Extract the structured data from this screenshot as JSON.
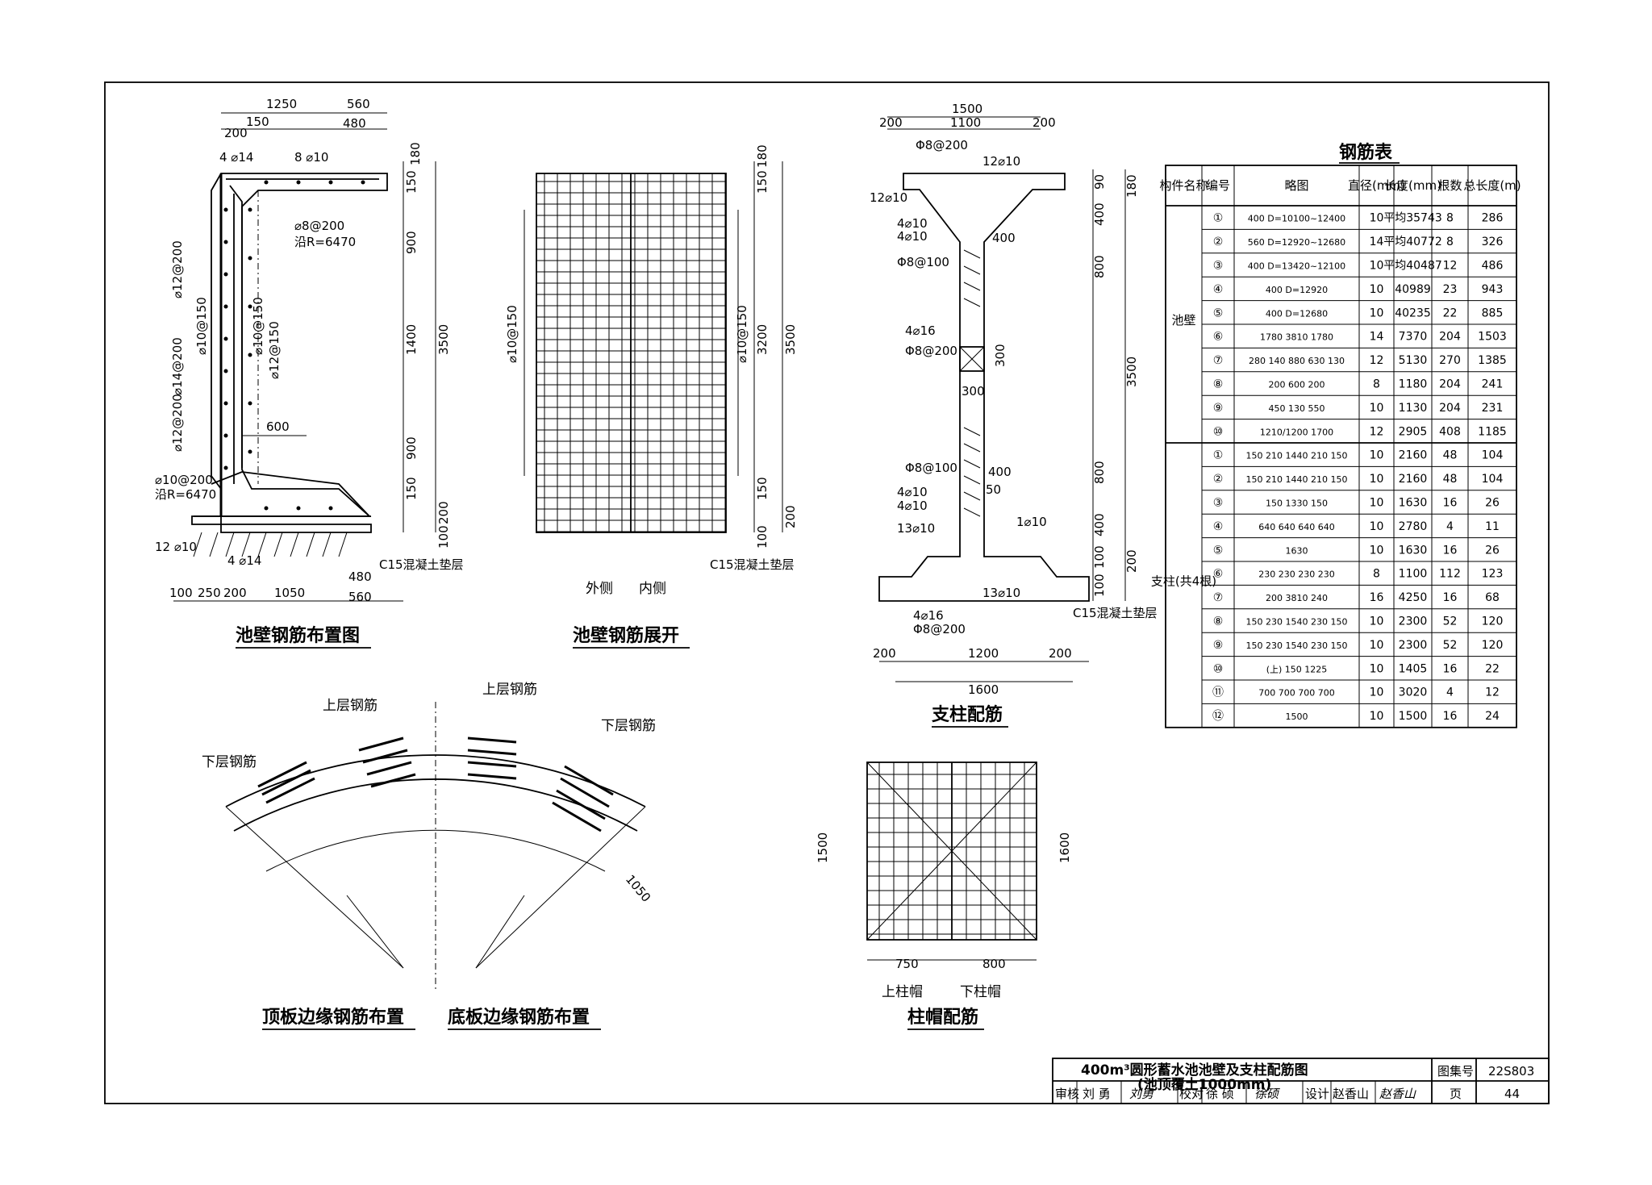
{
  "views": {
    "wall_layout": {
      "title": "池壁钢筋布置图",
      "dims_top": [
        "1250",
        "560",
        "200",
        "150",
        "480"
      ],
      "dims_bottom": [
        "100",
        "250",
        "200",
        "1050",
        "480",
        "560"
      ],
      "dims_right": [
        "180",
        "150",
        "900",
        "1400",
        "900",
        "150",
        "3500",
        "200",
        "100"
      ],
      "dims_inner": [
        "600"
      ],
      "callouts": [
        "4 ⌀14",
        "8 ⌀10",
        "⌀12@200",
        "⌀8@200",
        "沿R=6470",
        "⌀14@200",
        "⌀10@150",
        "⌀10@150",
        "⌀12@150",
        "⌀12@200",
        "⌀10@200",
        "沿R=6470",
        "12 ⌀10",
        "4 ⌀14",
        "C15混凝土垫层"
      ]
    },
    "wall_unfold": {
      "title": "池壁钢筋展开",
      "callouts": [
        "⌀10@150",
        "⌀10@150",
        "外侧",
        "内侧",
        "C15混凝土垫层"
      ],
      "dims_right": [
        "180",
        "150",
        "3200",
        "3500",
        "150",
        "200",
        "100"
      ]
    },
    "column": {
      "title": "支柱配筋",
      "dims_top": [
        "1500",
        "1100",
        "200",
        "200"
      ],
      "dims_bottom": [
        "200",
        "1200",
        "200",
        "1600"
      ],
      "dims_right": [
        "90",
        "180",
        "400",
        "800",
        "3500",
        "800",
        "400",
        "100",
        "200",
        "100"
      ],
      "dims_inner": [
        "400",
        "300",
        "300",
        "400",
        "50"
      ],
      "callouts": [
        "Φ8@200",
        "12⌀10",
        "12⌀10",
        "4⌀10",
        "4⌀10",
        "Φ8@100",
        "4⌀16",
        "Φ8@200",
        "Φ8@100",
        "4⌀10",
        "4⌀10",
        "13⌀10",
        "1⌀10",
        "4⌀16",
        "Φ8@200",
        "13⌀10",
        "C15混凝土垫层"
      ]
    },
    "column_cap": {
      "title": "柱帽配筋",
      "dims": [
        "1500",
        "1600",
        "750",
        "800"
      ],
      "labels": [
        "上柱帽",
        "下柱帽"
      ]
    },
    "top_edge": {
      "title": "顶板边缘钢筋布置",
      "labels": [
        "下层钢筋",
        "上层钢筋"
      ]
    },
    "bottom_edge": {
      "title": "底板边缘钢筋布置",
      "labels": [
        "上层钢筋",
        "下层钢筋",
        "1050"
      ]
    }
  },
  "rebar_table": {
    "title": "钢筋表",
    "headers": [
      "构件名称",
      "编号",
      "略图",
      "直径(mm)",
      "长度(mm)",
      "根数",
      "总长度(m)"
    ],
    "groups": [
      {
        "name": "池壁",
        "rows": [
          {
            "no": "①",
            "sketch": "400 D=10100~12400",
            "dia": "10",
            "len": "平均35743",
            "cnt": "8",
            "total": "286"
          },
          {
            "no": "②",
            "sketch": "560 D=12920~12680",
            "dia": "14",
            "len": "平均40772",
            "cnt": "8",
            "total": "326"
          },
          {
            "no": "③",
            "sketch": "400 D=13420~12100",
            "dia": "10",
            "len": "平均40487",
            "cnt": "12",
            "total": "486"
          },
          {
            "no": "④",
            "sketch": "400 D=12920",
            "dia": "10",
            "len": "40989",
            "cnt": "23",
            "total": "943"
          },
          {
            "no": "⑤",
            "sketch": "400 D=12680",
            "dia": "10",
            "len": "40235",
            "cnt": "22",
            "total": "885"
          },
          {
            "no": "⑥",
            "sketch": "1780 3810 1780",
            "dia": "14",
            "len": "7370",
            "cnt": "204",
            "total": "1503"
          },
          {
            "no": "⑦",
            "sketch": "280 140 880 630 130",
            "dia": "12",
            "len": "5130",
            "cnt": "270",
            "total": "1385"
          },
          {
            "no": "⑧",
            "sketch": "200 600 200",
            "dia": "8",
            "len": "1180",
            "cnt": "204",
            "total": "241"
          },
          {
            "no": "⑨",
            "sketch": "450 130 550",
            "dia": "10",
            "len": "1130",
            "cnt": "204",
            "total": "231"
          },
          {
            "no": "⑩",
            "sketch": "1210/1200 1700",
            "dia": "12",
            "len": "2905",
            "cnt": "408",
            "total": "1185"
          }
        ]
      },
      {
        "name": "支柱(共4根)",
        "rows": [
          {
            "no": "①",
            "sketch": "150 210 1440 210 150",
            "dia": "10",
            "len": "2160",
            "cnt": "48",
            "total": "104"
          },
          {
            "no": "②",
            "sketch": "150 210 1440 210 150",
            "dia": "10",
            "len": "2160",
            "cnt": "48",
            "total": "104"
          },
          {
            "no": "③",
            "sketch": "150 1330 150",
            "dia": "10",
            "len": "1630",
            "cnt": "16",
            "total": "26"
          },
          {
            "no": "④",
            "sketch": "640 640 640 640",
            "dia": "10",
            "len": "2780",
            "cnt": "4",
            "total": "11"
          },
          {
            "no": "⑤",
            "sketch": "1630",
            "dia": "10",
            "len": "1630",
            "cnt": "16",
            "total": "26"
          },
          {
            "no": "⑥",
            "sketch": "230 230 230 230",
            "dia": "8",
            "len": "1100",
            "cnt": "112",
            "total": "123"
          },
          {
            "no": "⑦",
            "sketch": "200 3810 240",
            "dia": "16",
            "len": "4250",
            "cnt": "16",
            "total": "68"
          },
          {
            "no": "⑧",
            "sketch": "150 230 1540 230 150",
            "dia": "10",
            "len": "2300",
            "cnt": "52",
            "total": "120"
          },
          {
            "no": "⑨",
            "sketch": "150 230 1540 230 150",
            "dia": "10",
            "len": "2300",
            "cnt": "52",
            "total": "120"
          },
          {
            "no": "⑩",
            "sketch": "(上) 150 1225",
            "dia": "10",
            "len": "1405",
            "cnt": "16",
            "total": "22"
          },
          {
            "no": "⑪",
            "sketch": "700 700 700 700",
            "dia": "10",
            "len": "3020",
            "cnt": "4",
            "total": "12"
          },
          {
            "no": "⑫",
            "sketch": "1500",
            "dia": "10",
            "len": "1500",
            "cnt": "16",
            "total": "24"
          }
        ]
      }
    ]
  },
  "title_block": {
    "title_line1": "400m³圆形蓄水池池壁及支柱配筋图",
    "title_line2": "(池顶覆土1000mm)",
    "atlas_label": "图集号",
    "atlas_no": "22S803",
    "review_label": "审核",
    "reviewer": "刘 勇",
    "reviewer_sig": "刘勇",
    "check_label": "校对",
    "checker": "徐 硕",
    "checker_sig": "徐硕",
    "design_label": "设计",
    "designer": "赵香山",
    "designer_sig": "赵香山",
    "page_label": "页",
    "page_no": "44"
  }
}
